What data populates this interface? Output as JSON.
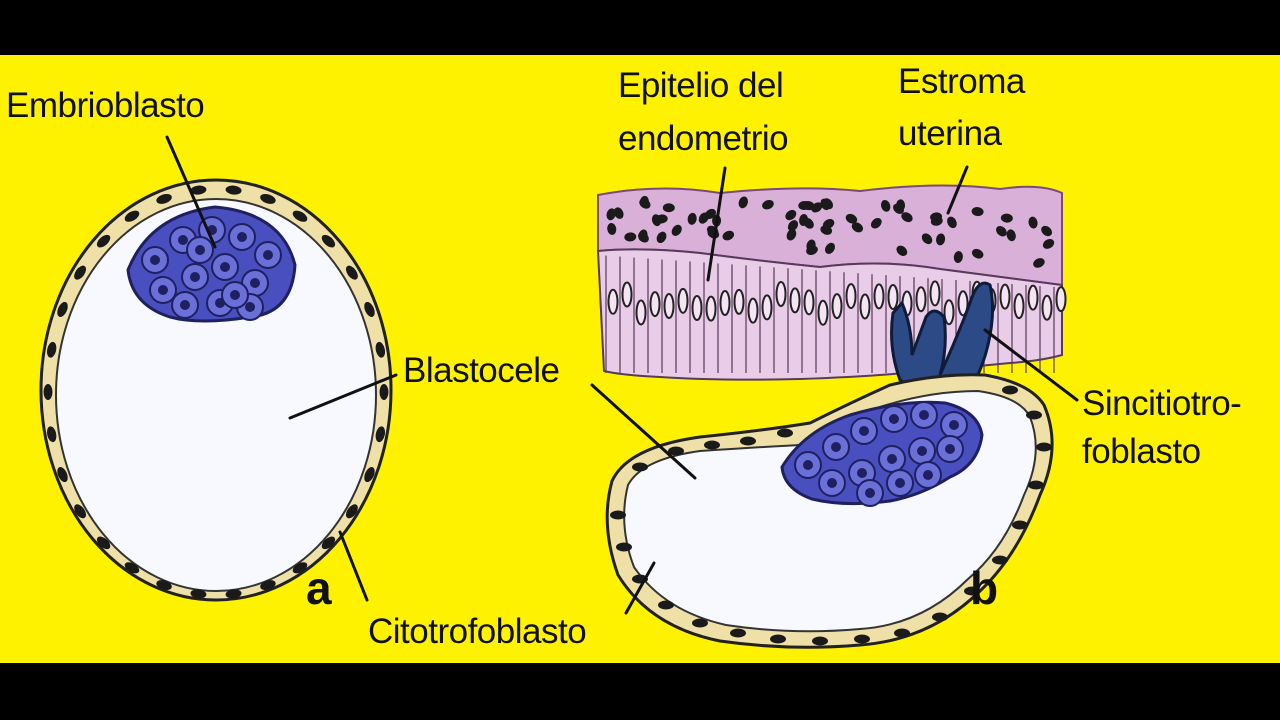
{
  "colors": {
    "background": "#fff200",
    "frame": "#000000",
    "cell_wall": "#efe0a8",
    "cavity": "#f7f9ff",
    "embryoblast": "#4a4fbf",
    "stroma": "#d8b0d8",
    "epithelium": "#e8cce8",
    "syncytiotrophoblast": "#2c4a86",
    "nucleus": "#1a1a1a",
    "text": "#111111"
  },
  "labels": {
    "embrioblasto": "Embrioblasto",
    "epitelio_line1": "Epitelio del",
    "epitelio_line2": "endometrio",
    "estroma_line1": "Estroma",
    "estroma_line2": "uterina",
    "blastocele": "Blastocele",
    "sincitio_line1": "Sincitiotro-",
    "sincitio_line2": "foblasto",
    "citotrofoblasto": "Citotrofoblasto"
  },
  "panels": {
    "a": "a",
    "b": "b"
  }
}
